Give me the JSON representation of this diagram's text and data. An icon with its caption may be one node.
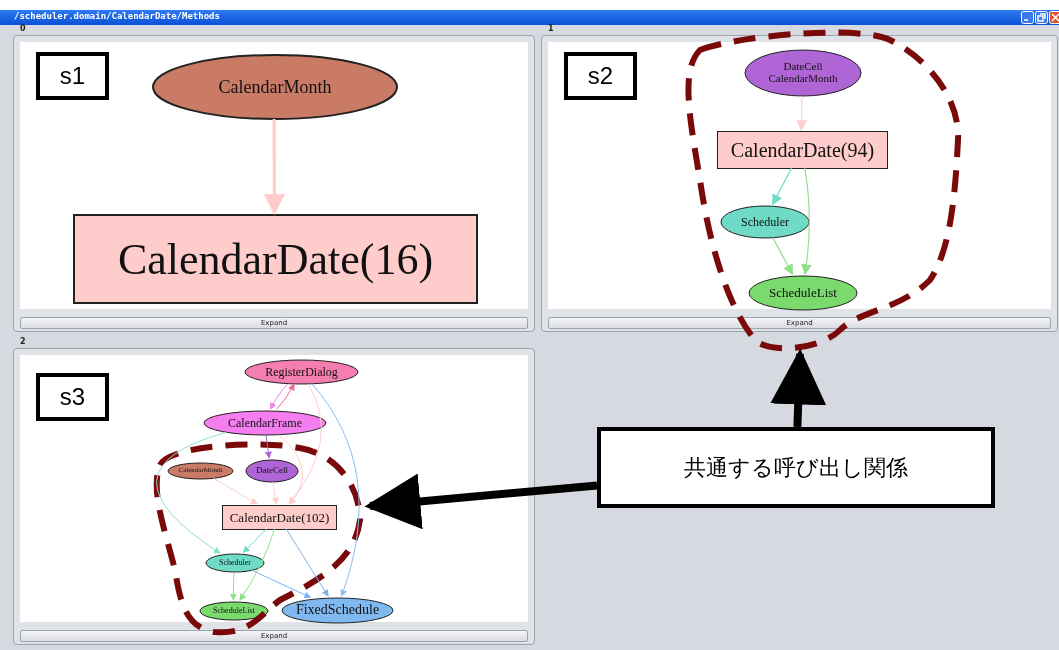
{
  "diagram": {
    "title": "/scheduler.domain/CalendarDate/Methods",
    "nodes": [
      {
        "text": [
          "0",
          "Expand"
        ]
      },
      {
        "text": [
          "s1"
        ],
        "in": 0
      },
      {
        "text": [
          "CalendarMonth"
        ],
        "in": 0
      },
      {
        "text": [
          "CalendarDate(16)"
        ],
        "in": 0
      },
      {
        "text": [
          "1",
          "Expand"
        ]
      },
      {
        "text": [
          "s2"
        ],
        "in": 4
      },
      {
        "text": [
          "DateCell CalendarMonth"
        ],
        "in": 4
      },
      {
        "text": [
          "CalendarDate(94)"
        ],
        "in": 4
      },
      {
        "text": [
          "Scheduler"
        ],
        "in": 4
      },
      {
        "text": [
          "ScheduleList"
        ],
        "in": 4
      },
      {
        "text": [
          "2",
          "Expand"
        ]
      },
      {
        "text": [
          "s3"
        ],
        "in": 10
      },
      {
        "text": [
          "RegisterDialog"
        ],
        "in": 10
      },
      {
        "text": [
          "CalendarFrame"
        ],
        "in": 10
      },
      {
        "text": [
          "CalendarMonth"
        ],
        "in": 10
      },
      {
        "text": [
          "DateCell"
        ],
        "in": 10
      },
      {
        "text": [
          "CalendarDate(102)"
        ],
        "in": 10
      },
      {
        "text": [
          "Scheduler"
        ],
        "in": 10
      },
      {
        "text": [
          "ScheduleList"
        ],
        "in": 10
      },
      {
        "text": [
          "FixedSchedule"
        ],
        "in": 10
      },
      {
        "text": [
          "共通する呼び出し関係"
        ]
      }
    ],
    "edges": [
      {
        "from": 2,
        "to": 3,
        "arrow": "to",
        "style": "thick",
        "color": "#ffcccc"
      },
      {
        "from": 6,
        "to": 7,
        "arrow": "to",
        "color": "#ffcccc"
      },
      {
        "from": 7,
        "to": 8,
        "arrow": "to",
        "color": "#6ddbc5"
      },
      {
        "from": 7,
        "to": 9,
        "arrow": "to",
        "color": "#8ee08a"
      },
      {
        "from": 8,
        "to": 9,
        "arrow": "to",
        "color": "#8ee08a"
      },
      {
        "from": 13,
        "to": 12,
        "arrow": "to",
        "color": "#f06a9a"
      },
      {
        "from": 12,
        "to": 13,
        "arrow": "to",
        "color": "#ee82ee"
      },
      {
        "from": 12,
        "to": 16,
        "arrow": "to",
        "color": "#ffcccc"
      },
      {
        "from": 12,
        "to": 19,
        "arrow": "to",
        "color": "#8fbff0"
      },
      {
        "from": 13,
        "to": 16,
        "arrow": "to",
        "color": "#ffcccc"
      },
      {
        "from": 13,
        "to": 15,
        "arrow": "to",
        "color": "#b065d6"
      },
      {
        "from": 13,
        "to": 17,
        "arrow": "to",
        "color": "#8fe0cc"
      },
      {
        "from": 14,
        "to": 16,
        "arrow": "to",
        "color": "#ffcccc"
      },
      {
        "from": 15,
        "to": 16,
        "arrow": "to",
        "color": "#ffcccc"
      },
      {
        "from": 16,
        "to": 17,
        "arrow": "to",
        "color": "#6ddbc5"
      },
      {
        "from": 16,
        "to": 18,
        "arrow": "to",
        "color": "#8ee08a"
      },
      {
        "from": 16,
        "to": 19,
        "arrow": "to",
        "color": "#80b0f0"
      },
      {
        "from": 17,
        "to": 18,
        "arrow": "to",
        "color": "#8ee08a"
      },
      {
        "from": 17,
        "to": 19,
        "arrow": "to",
        "color": "#80b0f0"
      },
      {
        "from": 20,
        "to": 4,
        "arrow": "to",
        "style": "thick",
        "color": "#000000"
      },
      {
        "from": 20,
        "to": 16,
        "arrow": "to",
        "style": "thick",
        "color": "#000000"
      }
    ]
  }
}
